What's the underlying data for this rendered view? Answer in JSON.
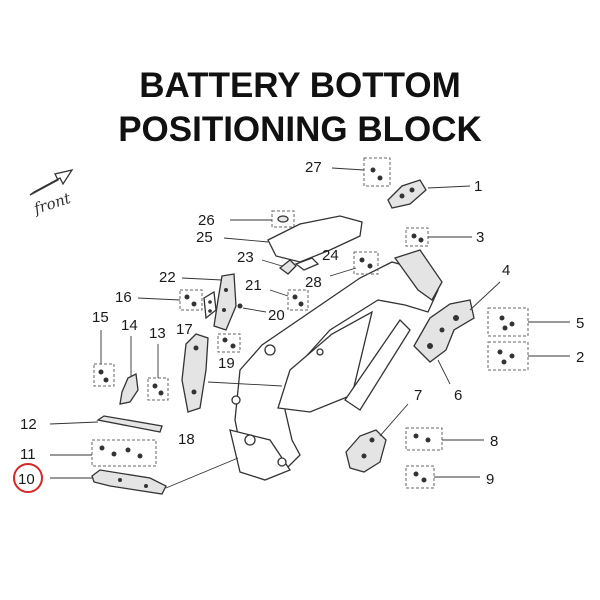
{
  "title": {
    "line1": "BATTERY BOTTOM",
    "line2": "POSITIONING BLOCK"
  },
  "front_label": "front",
  "highlighted_part": "10",
  "colors": {
    "highlight": "#d62828",
    "line": "#333333",
    "text": "#111111"
  },
  "callouts": {
    "c1": "1",
    "c2": "2",
    "c3": "3",
    "c4": "4",
    "c5": "5",
    "c6": "6",
    "c7": "7",
    "c8": "8",
    "c9": "9",
    "c10": "10",
    "c11": "11",
    "c12": "12",
    "c13": "13",
    "c14": "14",
    "c15": "15",
    "c16": "16",
    "c17": "17",
    "c18": "18",
    "c19": "19",
    "c20": "20",
    "c21": "21",
    "c22": "22",
    "c23": "23",
    "c24": "24",
    "c25": "25",
    "c26": "26",
    "c27": "27",
    "c28": "28"
  }
}
